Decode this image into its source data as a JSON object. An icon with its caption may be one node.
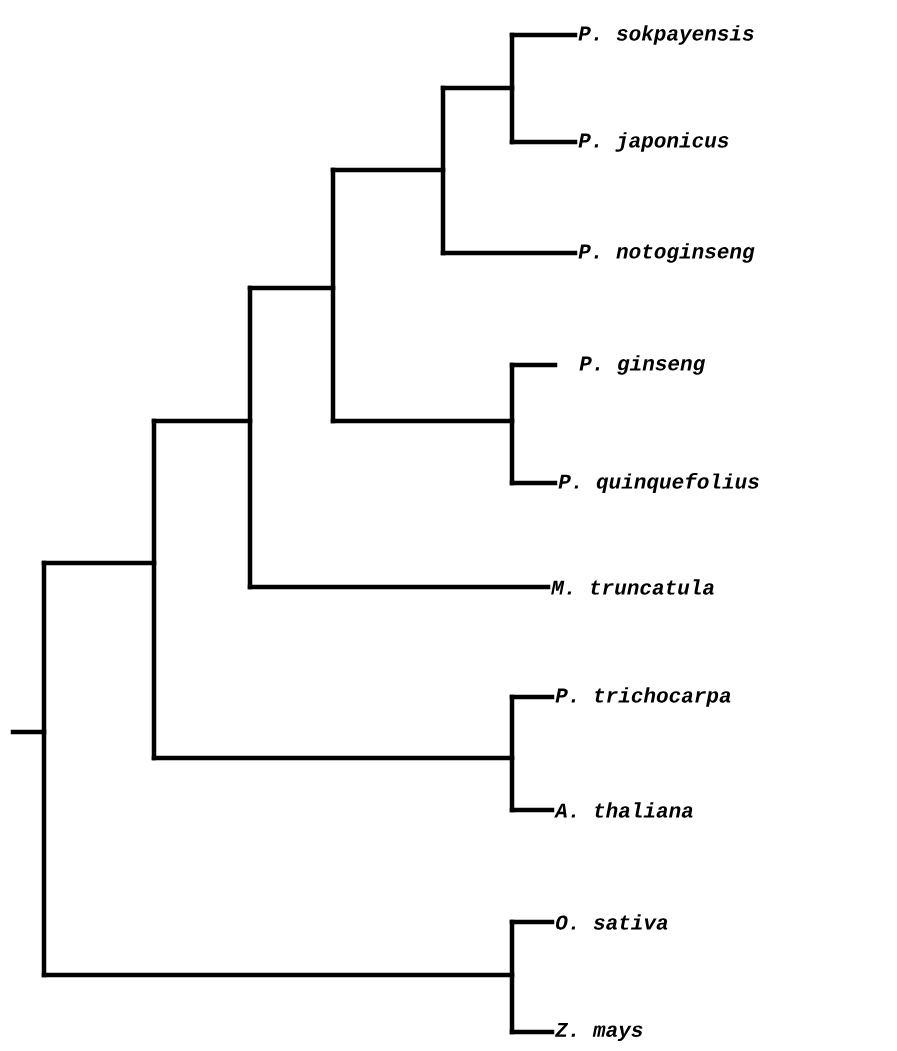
{
  "diagram": {
    "nodes": [
      {
        "text": [
          "P. sokpayensis"
        ]
      },
      {
        "text": [
          "P. japonicus"
        ]
      },
      {
        "text": [
          "P. notoginseng"
        ]
      },
      {
        "text": [
          "P. ginseng"
        ]
      },
      {
        "text": [
          "P. quinquefolius"
        ]
      },
      {
        "text": [
          "M. truncatula"
        ]
      },
      {
        "text": [
          "P. trichocarpa"
        ]
      },
      {
        "text": [
          "A. thaliana"
        ]
      },
      {
        "text": [
          "O. sativa"
        ]
      },
      {
        "text": [
          "Z. mays"
        ]
      },
      {
        "text": [],
        "shape": "bar"
      },
      {
        "text": [],
        "shape": "bar"
      },
      {
        "text": [],
        "shape": "bar"
      },
      {
        "text": [],
        "shape": "bar"
      },
      {
        "text": [],
        "shape": "bar"
      },
      {
        "text": [],
        "shape": "bar"
      },
      {
        "text": [],
        "shape": "bar"
      },
      {
        "text": [],
        "shape": "bar"
      },
      {
        "text": [],
        "shape": "bar"
      }
    ],
    "edges": [
      {
        "from": null,
        "to": 10,
        "arrow": "none"
      },
      {
        "from": 10,
        "to": 11,
        "arrow": "none"
      },
      {
        "from": 10,
        "to": 12,
        "arrow": "none"
      },
      {
        "from": 11,
        "to": 13,
        "arrow": "none"
      },
      {
        "from": 11,
        "to": 14,
        "arrow": "none"
      },
      {
        "from": 13,
        "to": 15,
        "arrow": "none"
      },
      {
        "from": 13,
        "to": 5,
        "arrow": "none"
      },
      {
        "from": 15,
        "to": 16,
        "arrow": "none"
      },
      {
        "from": 15,
        "to": 17,
        "arrow": "none"
      },
      {
        "from": 16,
        "to": 18,
        "arrow": "none"
      },
      {
        "from": 16,
        "to": 2,
        "arrow": "none"
      },
      {
        "from": 18,
        "to": 0,
        "arrow": "none"
      },
      {
        "from": 18,
        "to": 1,
        "arrow": "none"
      },
      {
        "from": 17,
        "to": 3,
        "arrow": "none"
      },
      {
        "from": 17,
        "to": 4,
        "arrow": "none"
      },
      {
        "from": 14,
        "to": 6,
        "arrow": "none"
      },
      {
        "from": 14,
        "to": 7,
        "arrow": "none"
      },
      {
        "from": 12,
        "to": 8,
        "arrow": "none"
      },
      {
        "from": 12,
        "to": 9,
        "arrow": "none"
      }
    ]
  }
}
